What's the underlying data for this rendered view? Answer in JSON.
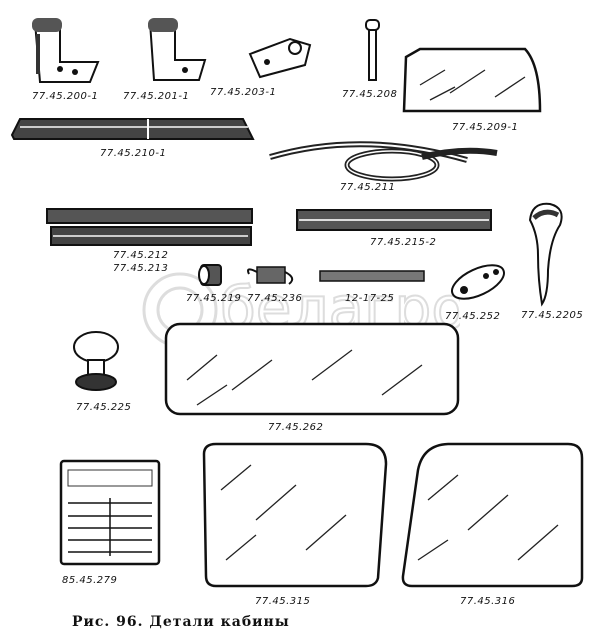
{
  "figure": {
    "caption": "Рис. 96. Детали кабины",
    "watermark": {
      "brand": "белагро",
      "subtitle": "ГРУППА КОМПАНИЙ"
    },
    "parts": [
      {
        "id": "hinge-1",
        "label": "77.45.200-1"
      },
      {
        "id": "hinge-2",
        "label": "77.45.201-1"
      },
      {
        "id": "bracket",
        "label": "77.45.203-1"
      },
      {
        "id": "pin",
        "label": "77.45.208"
      },
      {
        "id": "side-glass",
        "label": "77.45.209-1"
      },
      {
        "id": "seal-strip",
        "label": "77.45.210-1"
      },
      {
        "id": "rubber-seal",
        "label": "77.45.211"
      },
      {
        "id": "channel",
        "labels": [
          "77.45.212",
          "77.45.213"
        ]
      },
      {
        "id": "channel-2",
        "label": "77.45.215-2"
      },
      {
        "id": "handle",
        "label": "77.45.2205"
      },
      {
        "id": "bushing",
        "label": "77.45.219"
      },
      {
        "id": "spring",
        "label": "77.45.236"
      },
      {
        "id": "long-spring",
        "label": "12-17-25"
      },
      {
        "id": "plate",
        "label": "77.45.252"
      },
      {
        "id": "knob",
        "label": "77.45.225"
      },
      {
        "id": "rear-glass",
        "label": "77.45.262"
      },
      {
        "id": "instruction-plate",
        "label": "85.45.279"
      },
      {
        "id": "door-glass-left",
        "label": "77.45.315"
      },
      {
        "id": "door-glass-right",
        "label": "77.45.316"
      }
    ]
  }
}
